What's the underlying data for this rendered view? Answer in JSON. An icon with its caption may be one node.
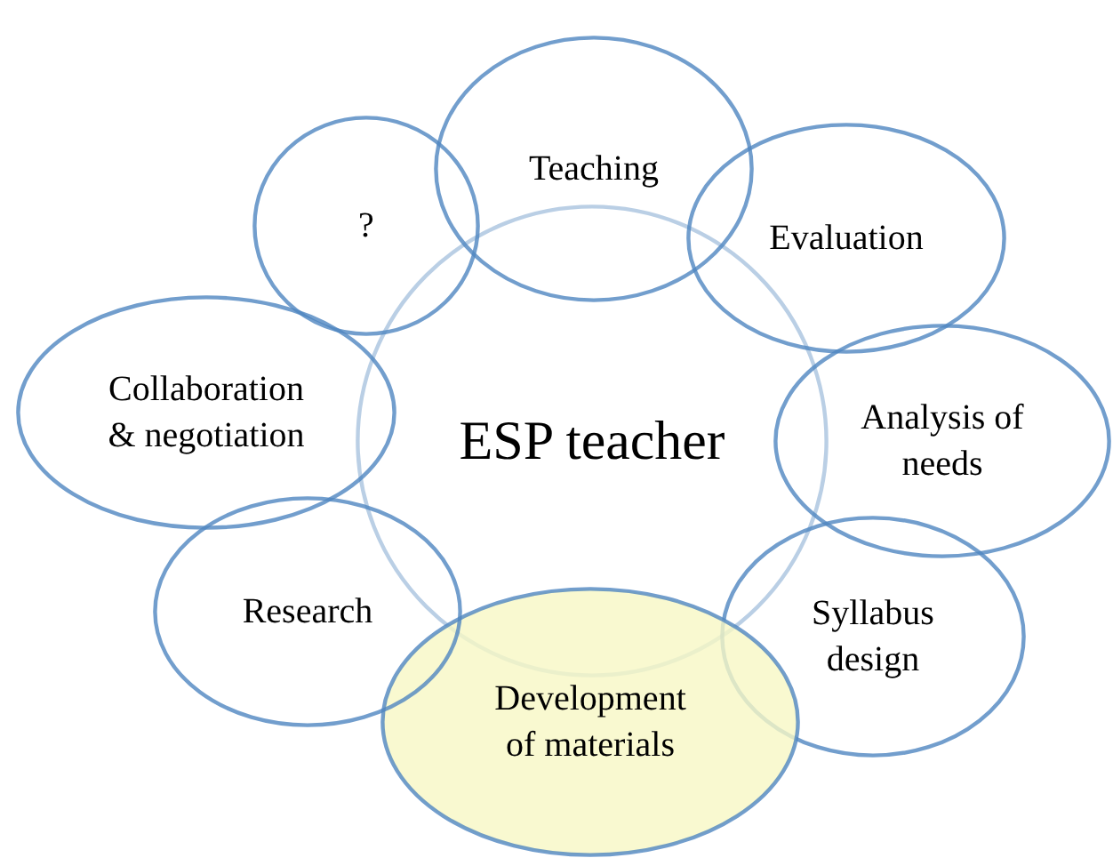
{
  "diagram": {
    "nodes": [
      {
        "text": [
          "ESP teacher"
        ]
      },
      {
        "text": [
          "Teaching"
        ]
      },
      {
        "text": [
          "Evaluation"
        ]
      },
      {
        "text": [
          "Analysis of needs"
        ]
      },
      {
        "text": [
          "Syllabus design"
        ]
      },
      {
        "text": [
          "Development of materials"
        ]
      },
      {
        "text": [
          "Research"
        ]
      },
      {
        "text": [
          "Collaboration & negotiation"
        ]
      },
      {
        "text": [
          "?"
        ]
      }
    ]
  }
}
